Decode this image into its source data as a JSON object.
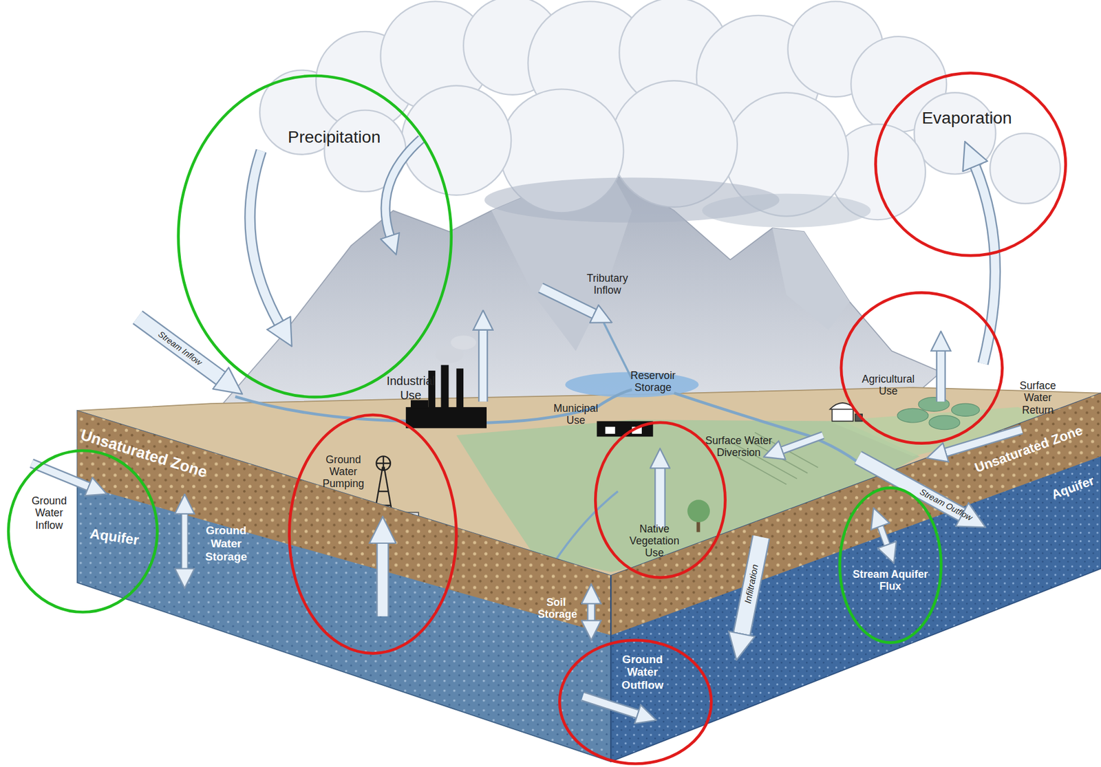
{
  "diagram": {
    "nodes": [
      {
        "text": [
          "Precipitation"
        ]
      },
      {
        "text": [
          "Evaporation"
        ]
      },
      {
        "text": [
          "Ground Water Inflow"
        ]
      },
      {
        "text": [
          "Ground Water Pumping"
        ]
      },
      {
        "text": [
          "Native Vegetation Use"
        ]
      },
      {
        "text": [
          "Agricultural Use"
        ]
      },
      {
        "text": [
          "Stream Aquifer Flux"
        ]
      },
      {
        "text": [
          "Ground Water Outflow"
        ]
      }
    ],
    "labels": [
      "Tributary Inflow",
      "Stream Inflow",
      "Industrial Use",
      "Reservoir Storage",
      "Municipal Use",
      "Surface Water Return",
      "Surface Water Diversion",
      "Unsaturated Zone",
      "Unsaturated Zone",
      "Aquifer",
      "Aquifer",
      "Stream Outflow",
      "Ground Water Storage",
      "Soil Storage",
      "Infiltration"
    ]
  }
}
